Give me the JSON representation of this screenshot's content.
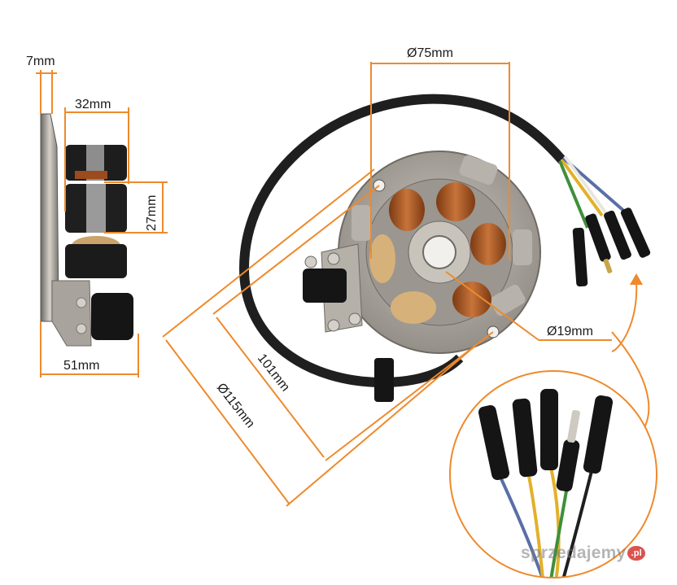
{
  "colors": {
    "dimension": "#ee8a2c",
    "cable": "#1f1f1f",
    "metal": "#a8a39c",
    "copper": "#b5652c",
    "wire_yellow": "#e2b12a",
    "wire_green": "#3f8f3a",
    "wire_blue": "#5a6fa6",
    "connector": "#151515"
  },
  "dimensions": {
    "thickness_plate": "7mm",
    "coil_width": "32mm",
    "coil_height": "27mm",
    "overall_depth": "51mm",
    "inner_diameter": "Ø75mm",
    "hub_diameter": "Ø19mm",
    "hole_spacing": "101mm",
    "outer_diameter": "Ø115mm"
  },
  "watermark": {
    "brand": "sprzedajemy",
    "tld": ".pl"
  }
}
